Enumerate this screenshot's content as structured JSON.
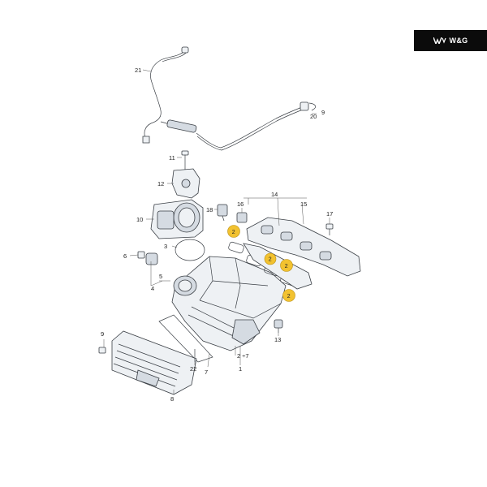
{
  "brand": {
    "label": "W&G",
    "accent": "#0b0b0b"
  },
  "highlight_color": "#f2c230",
  "callouts": {
    "c1": "1",
    "c2_7": "2 ÷7",
    "c3": "3",
    "c4": "4",
    "c5": "5",
    "c6": "6",
    "c7": "7",
    "c8": "8",
    "c9a": "9",
    "c9b": "9",
    "c10": "10",
    "c11": "11",
    "c12": "12",
    "c13": "13",
    "c14": "14",
    "c15": "15",
    "c16": "16",
    "c17": "17",
    "c18": "18",
    "c20": "20",
    "c21": "21",
    "c22": "22"
  },
  "badges": [
    "2",
    "2",
    "2",
    "2"
  ]
}
